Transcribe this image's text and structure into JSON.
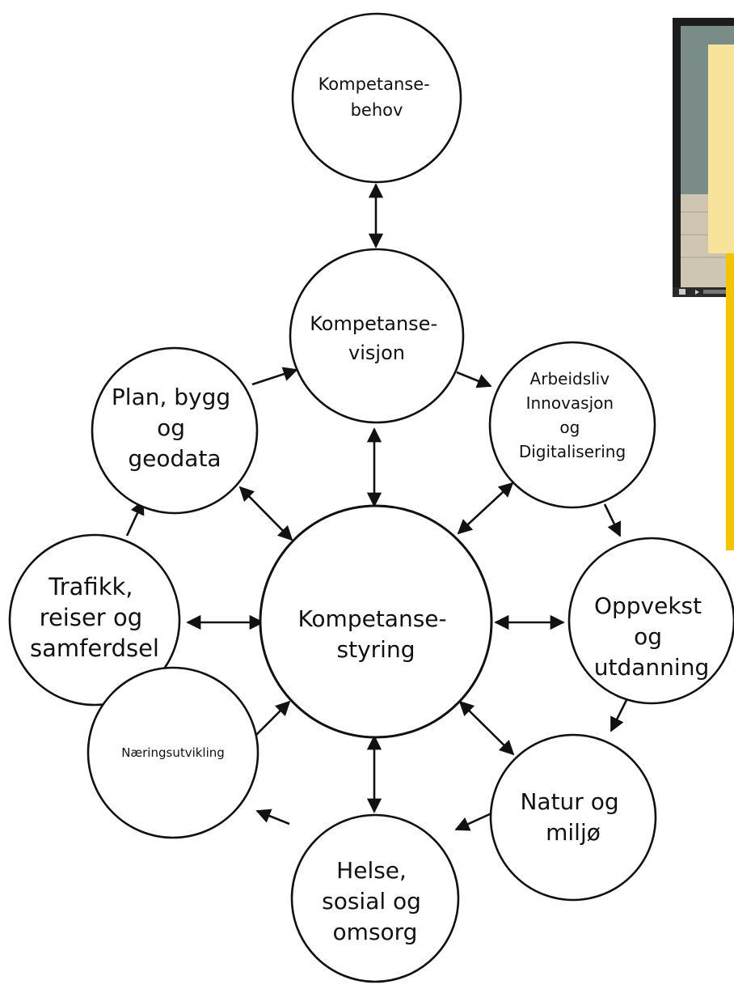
{
  "diagram": {
    "center": {
      "lines": [
        "Kompetanse-",
        "styring"
      ]
    },
    "behov": {
      "lines": [
        "Kompetanse-",
        "behov"
      ]
    },
    "visjon": {
      "lines": [
        "Kompetanse-",
        "visjon"
      ]
    },
    "arbeidsliv": {
      "lines": [
        "Arbeidsliv",
        "Innovasjon",
        "og",
        "Digitalisering"
      ]
    },
    "oppvekst": {
      "lines": [
        "Oppvekst",
        "og",
        "utdanning"
      ]
    },
    "natur": {
      "lines": [
        "Natur og",
        "miljø"
      ]
    },
    "helse": {
      "lines": [
        "Helse,",
        "sosial og",
        "omsorg"
      ]
    },
    "naering": {
      "lines": [
        "Næringsutvikling"
      ]
    },
    "trafikk": {
      "lines": [
        "Trafikk,",
        "reiser og",
        "samferdsel"
      ]
    },
    "plan": {
      "lines": [
        "Plan, bygg",
        "og",
        "geodata"
      ]
    }
  },
  "colors": {
    "stroke": "#111111",
    "video_sky": "#7a8c87",
    "video_floor": "#cfc5b3",
    "video_frame": "#1c1c1c",
    "overlay_yellow": "#f8e39a",
    "accent_bar": "#f5c400"
  },
  "overlay": {
    "icons": [
      "monitor-icon",
      "play-icon"
    ]
  }
}
